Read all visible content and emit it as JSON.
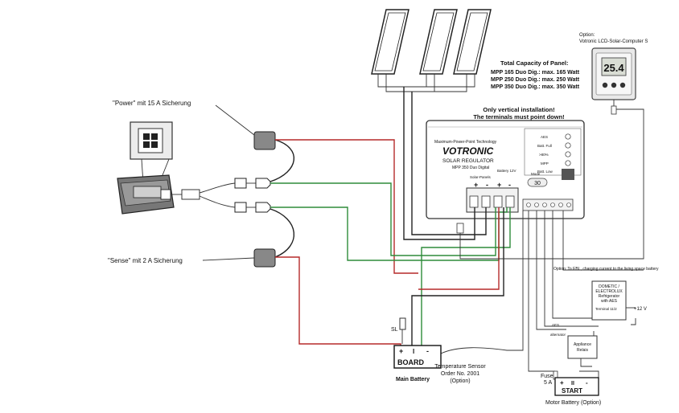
{
  "callouts": {
    "power": "\"Power\" mit 15 A Sicherung",
    "sense": "\"Sense\" mit 2 A Sicherung"
  },
  "panel_capacity": {
    "title": "Total Capacity of Panel:",
    "lines": [
      "MPP 165 Duo Dig.: max. 165 Watt",
      "MPP 250 Duo Dig.: max. 250 Watt",
      "MPP 350 Duo Dig.: max. 350 Watt"
    ]
  },
  "option_lcd": {
    "label": "Option:",
    "name": "Votronic LCD-Solar-Computer S",
    "display": "25.4"
  },
  "install_note": [
    "Only vertical installation!",
    "The terminals must point down!"
  ],
  "regulator": {
    "header": "Maximum-Power-Point Technology",
    "brand": "VOTRONIC",
    "title": "SOLAR REGULATOR",
    "model": "MPP 350 Duo Digital",
    "solar_panels": "Solar-Panels",
    "battery": "Battery 12V",
    "leds": [
      "AES",
      "Batt. Full",
      ">80%",
      "MPP",
      "Batt. Low"
    ],
    "mode": "Mode",
    "value": "30"
  },
  "option_ebl": "Option: To EBL, charging current to the living space battery",
  "fridge": {
    "lines": [
      "DOMETIC /",
      "ELECTROLUX",
      "Refrigerator",
      "with AES"
    ],
    "terminal": "Terminal 11/2",
    "voltage": "+12 V"
  },
  "aes": "AES",
  "alternator": "alternator",
  "appliance_relais": [
    "Appliance",
    "Relais"
  ],
  "fuse_sl": "SL",
  "board_battery": {
    "label": "BOARD",
    "caption": "Main Battery",
    "plus": "+",
    "minus": "-",
    "mid": "I"
  },
  "temp_sensor": [
    "Temperature Sensor",
    "Order No. 2001",
    "(Option)"
  ],
  "fuse_5a": [
    "Fuse",
    "5 A"
  ],
  "start_battery": {
    "label": "START",
    "caption": "Motor Battery (Option)",
    "plus": "+",
    "minus": "-",
    "mid": "II"
  }
}
